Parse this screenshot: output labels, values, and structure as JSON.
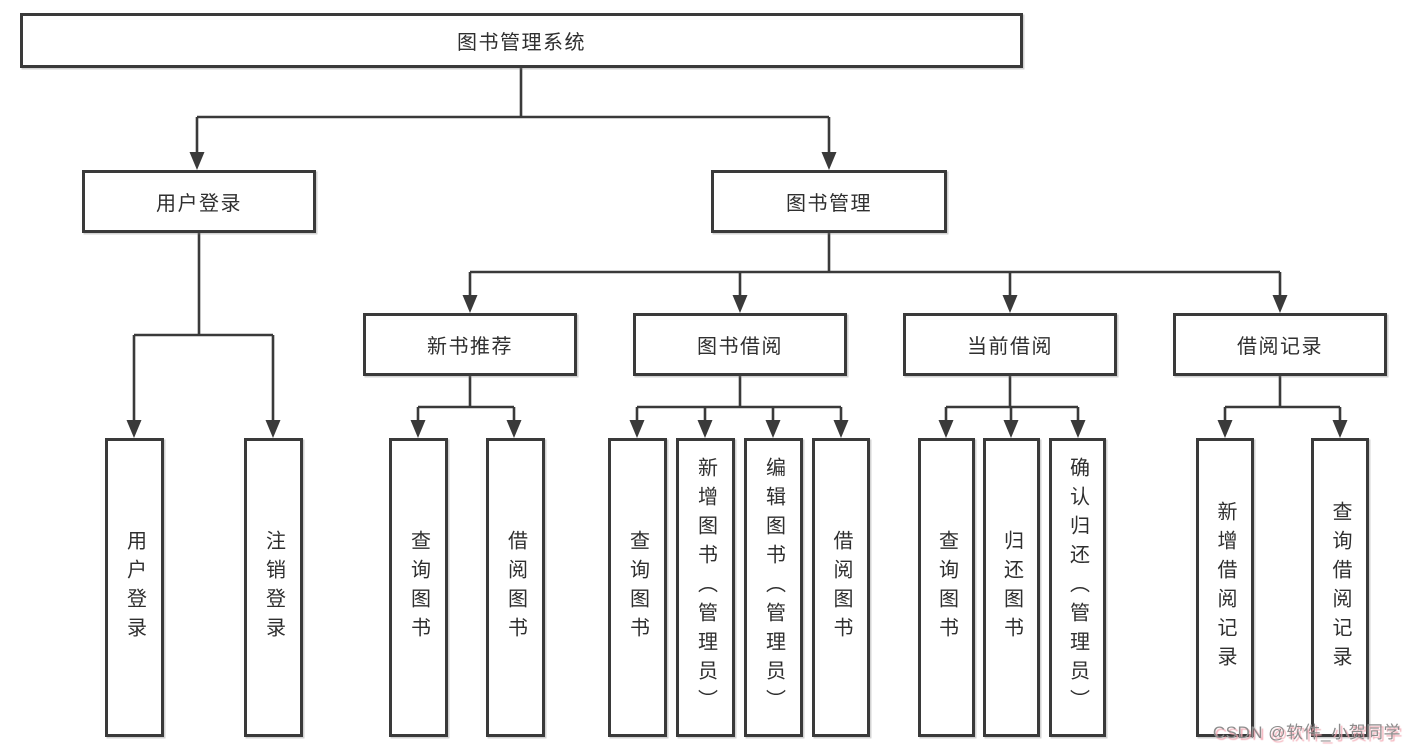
{
  "tree": {
    "label": "图书管理系统",
    "children": [
      {
        "label": "用户登录",
        "children": [
          {
            "label": "用户登录"
          },
          {
            "label": "注销登录"
          }
        ]
      },
      {
        "label": "图书管理",
        "children": [
          {
            "label": "新书推荐",
            "children": [
              {
                "label": "查询图书"
              },
              {
                "label": "借阅图书"
              }
            ]
          },
          {
            "label": "图书借阅",
            "children": [
              {
                "label": "查询图书"
              },
              {
                "label": "新增图书（管理员）"
              },
              {
                "label": "编辑图书（管理员）"
              },
              {
                "label": "借阅图书"
              }
            ]
          },
          {
            "label": "当前借阅",
            "children": [
              {
                "label": "查询图书"
              },
              {
                "label": "归还图书"
              },
              {
                "label": "确认归还（管理员）"
              }
            ]
          },
          {
            "label": "借阅记录",
            "children": [
              {
                "label": "新增借阅记录"
              },
              {
                "label": "查询借阅记录"
              }
            ]
          }
        ]
      }
    ]
  },
  "watermark": {
    "text": "CSDN @软件_小贺同学"
  },
  "colors": {
    "line": "#3a3a3a",
    "box_border": "#3a3a3a",
    "text": "#2f2f2f",
    "background": "#ffffff",
    "watermark_text": "#8d8d8d",
    "watermark_shadow": "#f2aab4"
  }
}
